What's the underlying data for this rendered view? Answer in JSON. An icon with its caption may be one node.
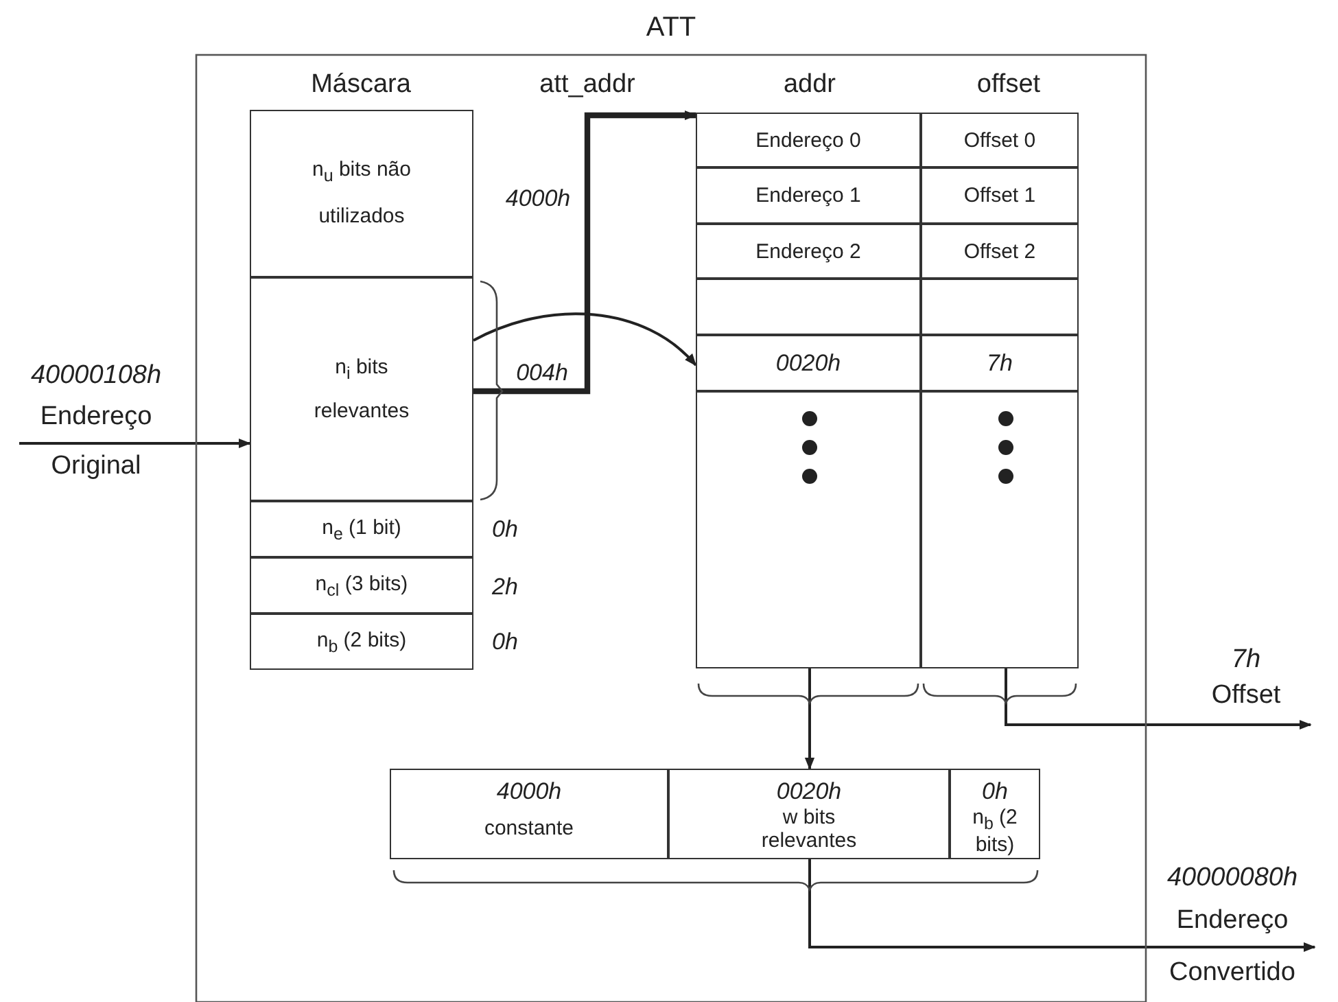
{
  "diagram": {
    "nodes": [
      {
        "text": [
          "ATT"
        ]
      },
      {
        "text": [
          "n$_{u}$ bits não utilizados"
        ],
        "in": 0,
        "beside": [
          "4000h"
        ]
      },
      {
        "text": [
          "n$_{i}$ bits relevantes"
        ],
        "in": 0,
        "beside": [
          "004h"
        ]
      },
      {
        "text": [
          "n$_{e}$ (1 bit)"
        ],
        "in": 0,
        "beside": [
          "0h"
        ]
      },
      {
        "text": [
          "n$_{cl}$ (3 bits)"
        ],
        "in": 0,
        "beside": [
          "2h"
        ]
      },
      {
        "text": [
          "n$_{b}$ (2 bits)"
        ],
        "in": 0,
        "beside": [
          "0h"
        ]
      },
      {
        "text": [
          "Endereço 0"
        ],
        "in": 0
      },
      {
        "text": [
          "Offset 0"
        ],
        "in": 0
      },
      {
        "text": [
          "Endereço 1"
        ],
        "in": 0
      },
      {
        "text": [
          "Offset 1"
        ],
        "in": 0
      },
      {
        "text": [
          "Endereço 2"
        ],
        "in": 0
      },
      {
        "text": [
          "Offset 2"
        ],
        "in": 0
      },
      {
        "text": [],
        "shape": "box",
        "in": 0
      },
      {
        "text": [],
        "shape": "box",
        "in": 0
      },
      {
        "text": [
          "0020h"
        ],
        "in": 0
      },
      {
        "text": [
          "7h"
        ],
        "in": 0
      },
      {
        "text": [],
        "shape": "box",
        "in": 0
      },
      {
        "text": [],
        "shape": "box",
        "in": 0
      },
      {
        "text": [
          "4000h",
          "constante"
        ],
        "in": 0
      },
      {
        "text": [
          "0020h",
          "w bits relevantes"
        ],
        "in": 0
      },
      {
        "text": [
          "0h",
          "n$_{b}$ (2 bits)"
        ],
        "in": 0
      },
      {
        "text": [
          "40000108h",
          "Endereço Original"
        ]
      },
      {
        "text": [
          "7h",
          "Offset"
        ]
      },
      {
        "text": [
          "40000080h",
          "Endereço Convertido"
        ]
      }
    ],
    "edges": [
      {
        "from": 21,
        "to": 2,
        "arrow": "to"
      },
      {
        "from": 2,
        "to": 6,
        "arrow": "to",
        "style": "thick"
      },
      {
        "from": 2,
        "to": 14,
        "arrow": "to"
      },
      {
        "from": 16,
        "to": 19,
        "arrow": "to"
      },
      {
        "from": 17,
        "to": 22,
        "arrow": "to"
      },
      {
        "from": 19,
        "to": 23,
        "arrow": "to"
      }
    ],
    "labels": [
      "Máscara",
      "att_addr",
      "addr",
      "offset"
    ]
  }
}
